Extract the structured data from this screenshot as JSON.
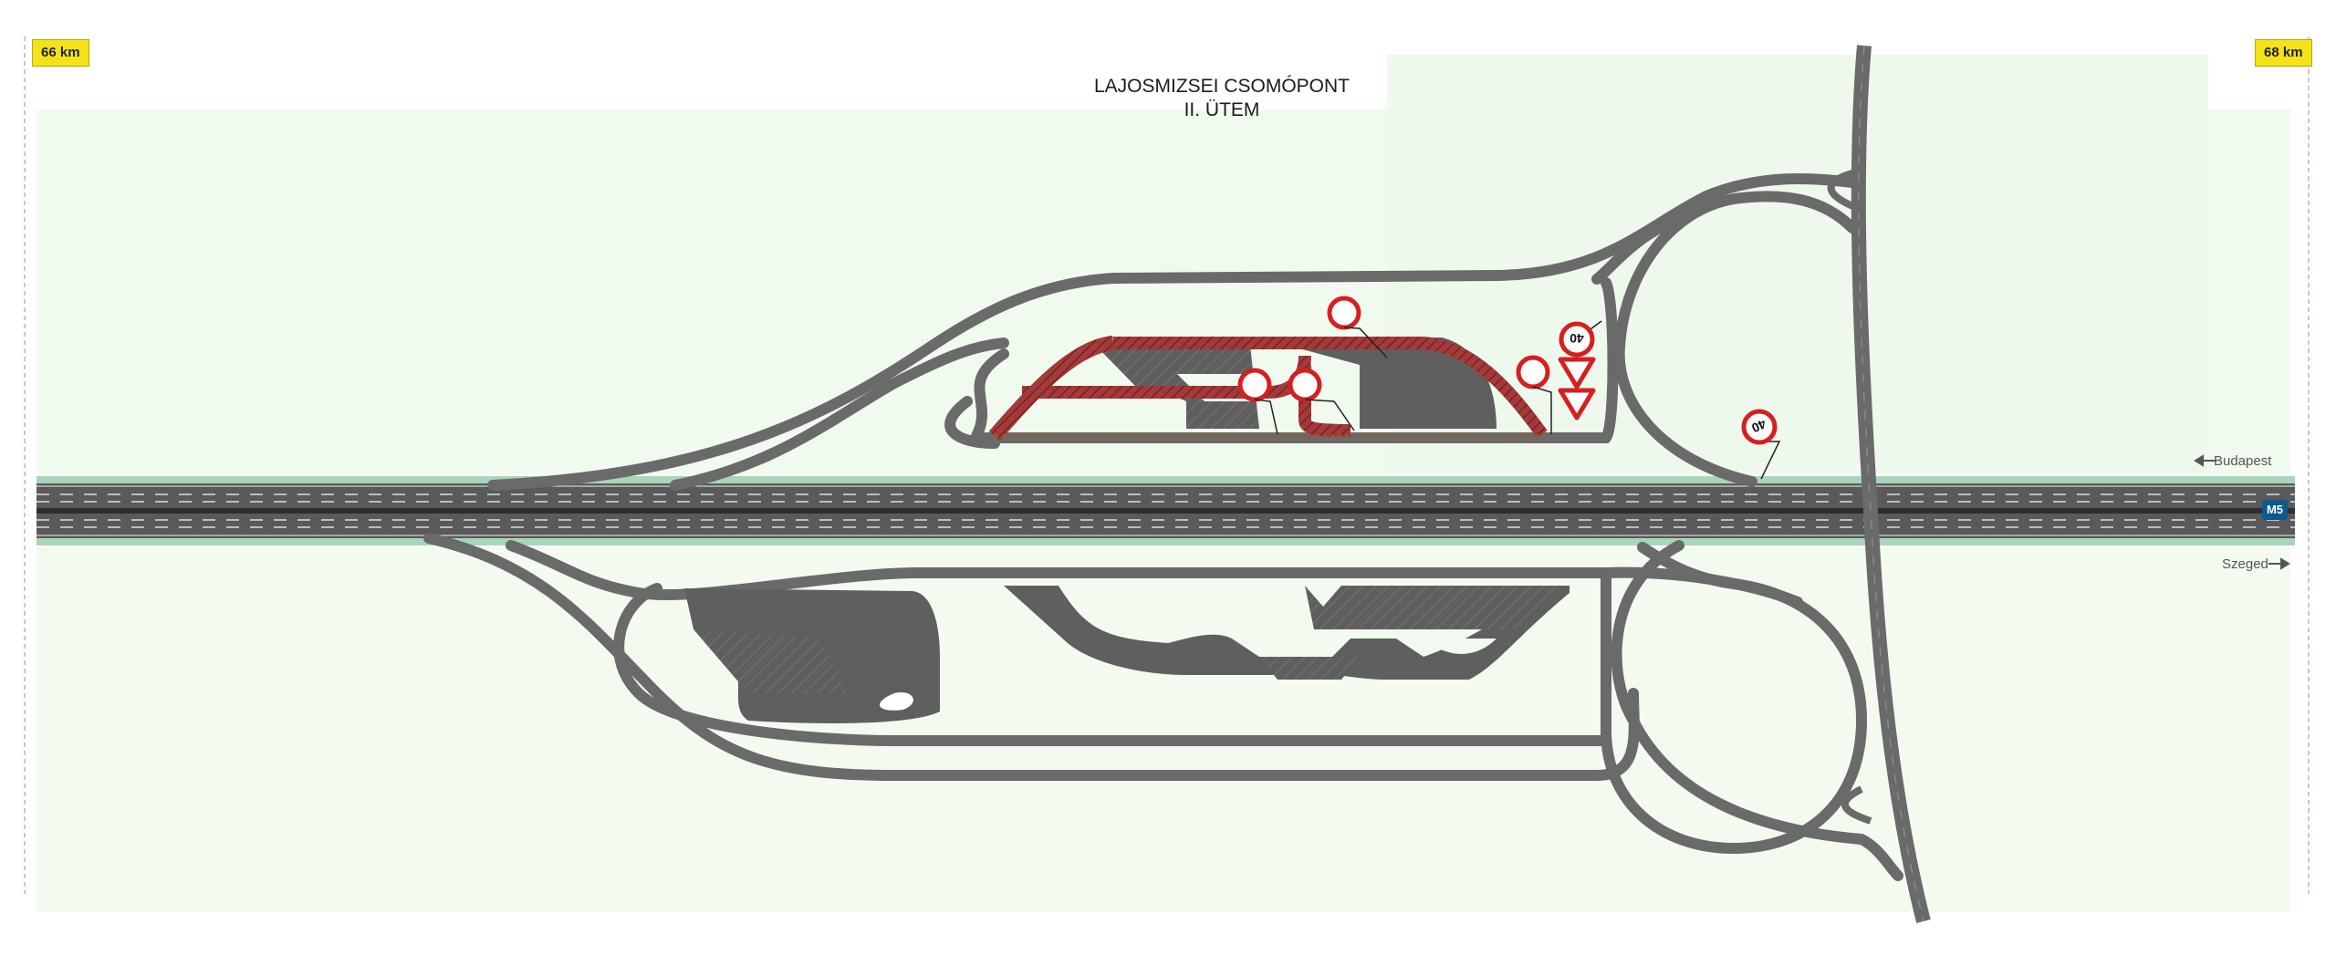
{
  "title": {
    "line1": "LAJOSMIZSEI CSOMÓPONT",
    "line2": "II. ÜTEM"
  },
  "markers": {
    "left_km": "66 km",
    "right_km": "68 km"
  },
  "directions": {
    "north": "Budapest",
    "south": "Szeged"
  },
  "motorway": {
    "label": "M5"
  },
  "signs": {
    "speed_limit": "40"
  },
  "colors": {
    "road": "#6a6a6a",
    "parking": "#5f5f5f",
    "construction_phase": "#a33a3a",
    "verge": "#a8d6b8",
    "sign_red": "#d42020",
    "marker_yellow": "#f4e21a",
    "motorway_blue": "#0d5a8c"
  },
  "icons": [
    "arrow-left-icon",
    "arrow-right-icon",
    "speed-limit-sign-icon",
    "yield-sign-icon",
    "no-entry-sign-icon"
  ]
}
